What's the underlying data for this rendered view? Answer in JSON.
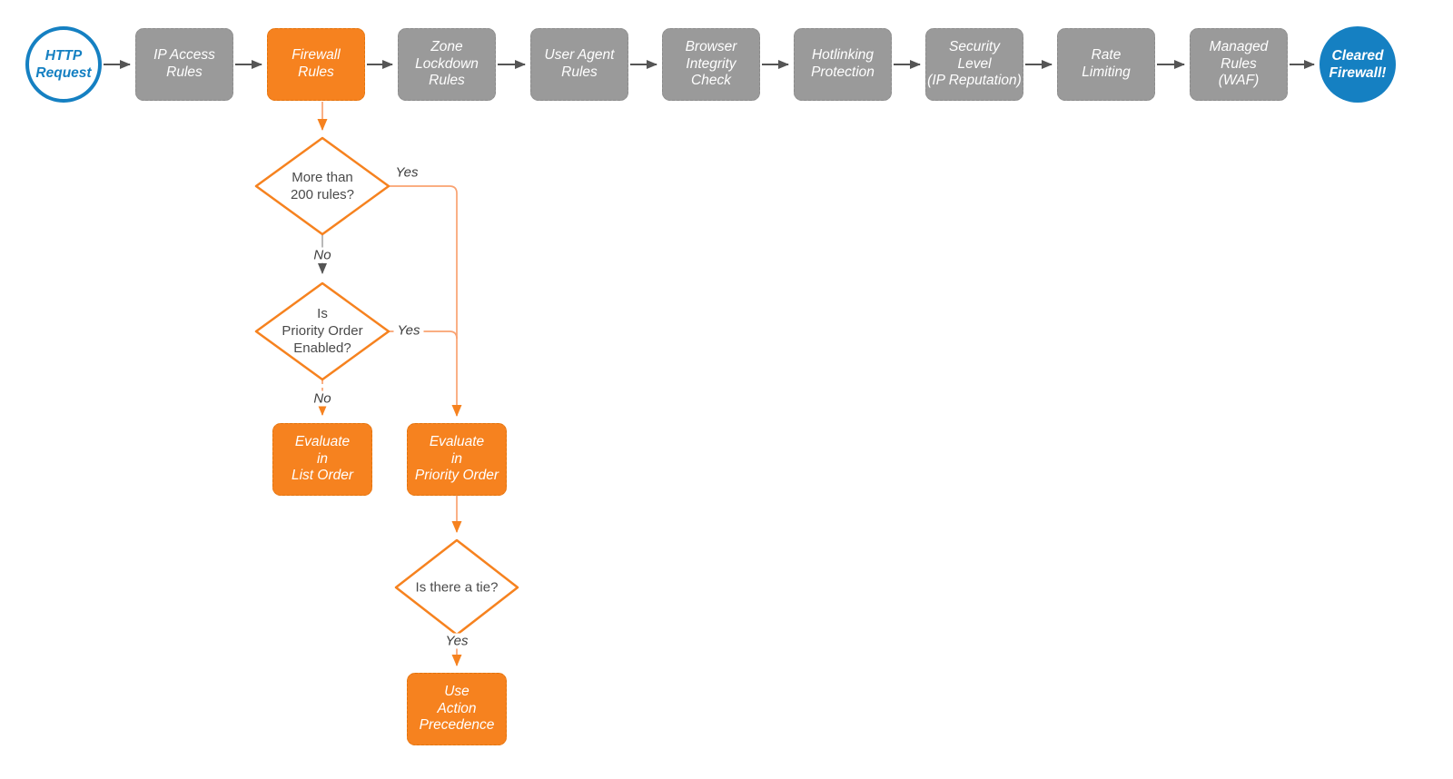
{
  "colors": {
    "accent_orange": "#F6821F",
    "connector_orange_light": "#F9A271",
    "node_gray": "#9A9A9A",
    "brand_blue": "#1580C2",
    "connector_dark": "#555555",
    "decision_text": "#4A4A4A"
  },
  "pipeline": {
    "start_label": "HTTP\nRequest",
    "steps": [
      {
        "label": "IP Access\nRules",
        "style": "gray"
      },
      {
        "label": "Firewall\nRules",
        "style": "orange"
      },
      {
        "label": "Zone\nLockdown\nRules",
        "style": "gray"
      },
      {
        "label": "User Agent\nRules",
        "style": "gray"
      },
      {
        "label": "Browser\nIntegrity\nCheck",
        "style": "gray"
      },
      {
        "label": "Hotlinking\nProtection",
        "style": "gray"
      },
      {
        "label": "Security\nLevel\n(IP Reputation)",
        "style": "gray"
      },
      {
        "label": "Rate\nLimiting",
        "style": "gray"
      },
      {
        "label": "Managed\nRules\n(WAF)",
        "style": "gray"
      }
    ],
    "end_label": "Cleared\nFirewall!"
  },
  "subflow": {
    "decision_1": "More than\n200 rules?",
    "decision_2": "Is\nPriority Order\nEnabled?",
    "decision_3": "Is there a tie?",
    "edge_labels": {
      "d1_yes": "Yes",
      "d1_no": "No",
      "d2_yes": "Yes",
      "d2_no": "No",
      "d3_yes": "Yes"
    },
    "outcome_list_order": "Evaluate\nin\nList Order",
    "outcome_priority_order": "Evaluate\nin\nPriority Order",
    "outcome_action_precedence": "Use\nAction\nPrecedence"
  }
}
